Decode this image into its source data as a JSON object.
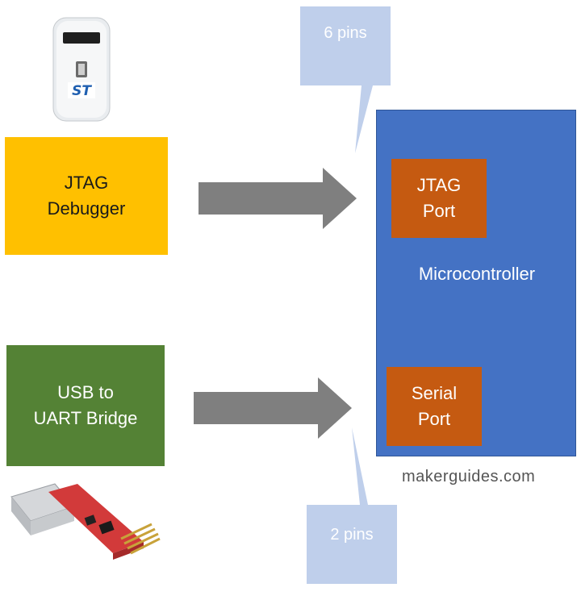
{
  "debugger_box": {
    "label": "JTAG\nDebugger"
  },
  "bridge_box": {
    "label": "USB to\nUART Bridge"
  },
  "microcontroller": {
    "label": "Microcontroller",
    "jtag_port": "JTAG\nPort",
    "serial_port": "Serial\nPort"
  },
  "callouts": {
    "top": "6 pins",
    "bottom": "2 pins"
  },
  "watermark": "makerguides.com",
  "colors": {
    "debugger": "#ffc000",
    "bridge": "#548235",
    "microcontroller": "#4472c4",
    "port": "#c55a11",
    "arrow": "#7f7f7f",
    "callout": "#b4c7e7"
  },
  "icons": {
    "debugger_device": "st-link-debugger-image",
    "bridge_device": "usb-uart-adapter-image"
  }
}
